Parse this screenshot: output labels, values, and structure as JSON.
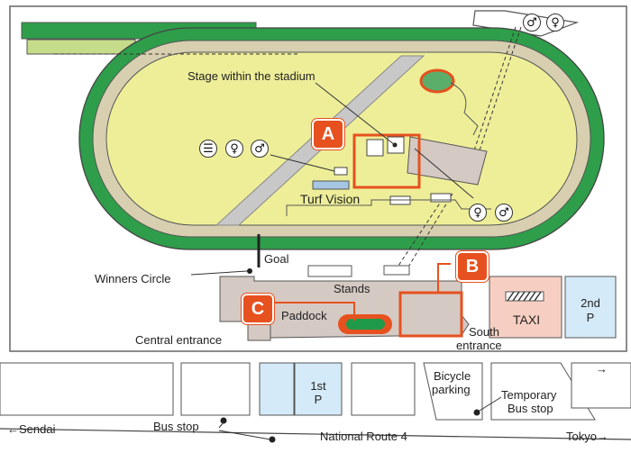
{
  "labels": {
    "stage": "Stage within the stadium",
    "turf_vision": "Turf Vision",
    "goal": "Goal",
    "winners_circle": "Winners Circle",
    "stands": "Stands",
    "paddock": "Paddock",
    "central_entrance": "Central entrance",
    "south_entrance_l1": "South",
    "south_entrance_l2": "entrance",
    "taxi": "TAXI",
    "parking_2nd_l1": "2nd",
    "parking_2nd_l2": "P",
    "parking_1st_l1": "1st",
    "parking_1st_l2": "P",
    "bicycle_l1": "Bicycle",
    "bicycle_l2": "parking",
    "temp_bus_l1": "Temporary",
    "temp_bus_l2": "Bus stop",
    "bus_stop": "Bus stop",
    "national_route": "National Route 4",
    "sendai": "←Sendai",
    "tokyo": "Tokyo→"
  },
  "markers": {
    "a": "A",
    "b": "B",
    "c": "C"
  },
  "icons": {
    "restaurant": "restaurant-icon",
    "toilet_female": "female-toilet-icon",
    "toilet_male": "male-toilet-icon",
    "female_symbol": "♀",
    "male_symbol": "♂",
    "restaurant_symbol": "☰"
  },
  "colors": {
    "track_green": "#2e9e4a",
    "track_sand": "#d8cfb1",
    "infield": "#eeee99",
    "building": "#d5c9c3",
    "highlight": "#e6511f",
    "parking_blue": "#d4eaf8",
    "taxi_pink": "#f7cfc2"
  }
}
